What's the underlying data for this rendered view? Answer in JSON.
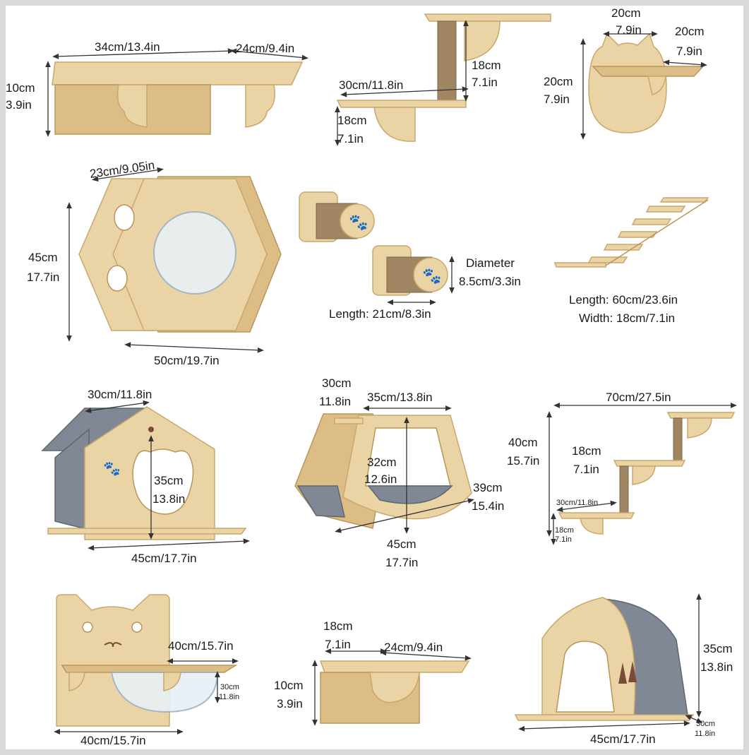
{
  "products": {
    "shelf_large": {
      "length": "34cm/13.4in",
      "depth": "24cm/9.4in",
      "height_cm": "10cm",
      "height_in": "3.9in"
    },
    "post_step": {
      "length": "30cm/11.8in",
      "post_cm": "18cm",
      "post_in": "7.1in",
      "step_cm": "18cm",
      "step_in": "7.1in"
    },
    "cat_head_step": {
      "top_cm": "20cm",
      "top_in": "7.9in",
      "right_cm": "20cm",
      "right_in": "7.9in",
      "left_cm": "20cm",
      "left_in": "7.9in"
    },
    "hexagon_bed": {
      "side": "23cm/9.05in",
      "height_cm": "45cm",
      "height_in": "17.7in",
      "width": "50cm/19.7in"
    },
    "scratch_posts": {
      "diameter_label": "Diameter",
      "diameter": "8.5cm/3.3in",
      "length": "Length: 21cm/8.3in"
    },
    "ladder_bridge": {
      "length": "Length: 60cm/23.6in",
      "width": "Width: 18cm/7.1in"
    },
    "cat_house": {
      "depth": "30cm/11.8in",
      "hole_cm": "35cm",
      "hole_in": "13.8in",
      "width": "45cm/17.7in"
    },
    "rocking_house": {
      "depth_cm": "30cm",
      "depth_in": "11.8in",
      "top": "35cm/13.8in",
      "height_cm": "32cm",
      "height_in": "12.6in",
      "right_cm": "39cm",
      "right_in": "15.4in",
      "bottom_cm": "45cm",
      "bottom_in": "17.7in"
    },
    "stair_set": {
      "length": "70cm/27.5in",
      "height_cm": "40cm",
      "height_in": "15.7in",
      "step_cm": "18cm",
      "step_in": "7.1in",
      "depth": "30cm/11.8in",
      "low_cm": "18cm",
      "low_in": "7.1in"
    },
    "space_capsule": {
      "width_top": "40cm/15.7in",
      "depth_cm": "30cm",
      "depth_in": "11.8in",
      "width_bottom": "40cm/15.7in"
    },
    "shelf_small": {
      "depth_cm": "18cm",
      "depth_in": "7.1in",
      "length": "24cm/9.4in",
      "height_cm": "10cm",
      "height_in": "3.9in"
    },
    "a_frame_house": {
      "height_cm": "35cm",
      "height_in": "13.8in",
      "width": "45cm/17.7in",
      "depth_cm": "30cm",
      "depth_in": "11.8in"
    }
  },
  "colors": {
    "wood": "#ead3a4",
    "felt": "#7f8894",
    "sisal": "#a08663",
    "background": "#ffffff"
  }
}
